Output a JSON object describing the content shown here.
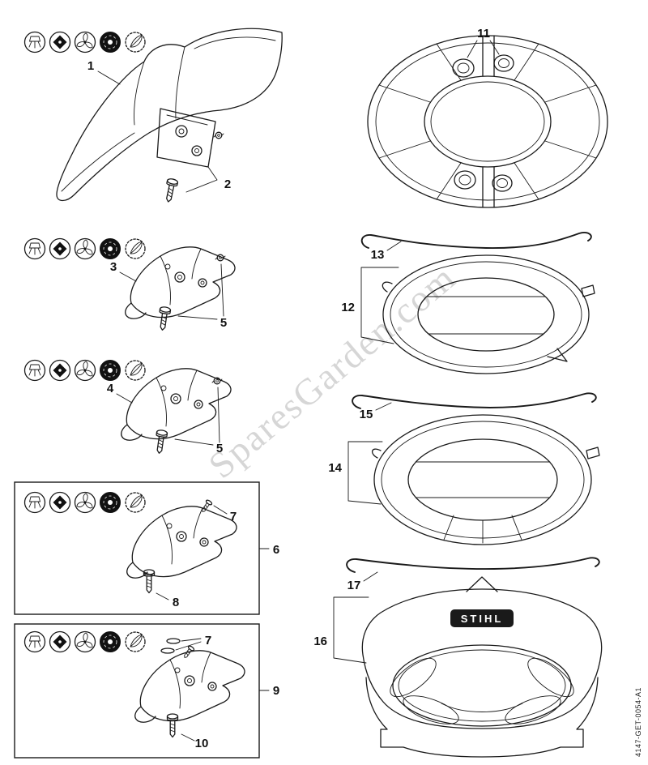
{
  "watermark": "SparesGarden.com",
  "doc_code": "4147-GET-0054-A1",
  "brand_label": "STIHL",
  "callouts": {
    "n1": "1",
    "n2": "2",
    "n3": "3",
    "n4": "4",
    "n5": "5",
    "n6": "6",
    "n7": "7",
    "n8": "8",
    "n9": "9",
    "n10": "10",
    "n11": "11",
    "n12": "12",
    "n13": "13",
    "n14": "14",
    "n15": "15",
    "n16": "16",
    "n17": "17"
  },
  "icons": {
    "compatibility_symbols": [
      "trimmer-head",
      "metal-cutting-blade",
      "grass-cutting-blade",
      "circular-saw-blade",
      "brush-knife"
    ]
  },
  "colors": {
    "line": "#1a1a1a",
    "watermark": "#bcbcbc",
    "brand_band": "#1a1a1a"
  }
}
